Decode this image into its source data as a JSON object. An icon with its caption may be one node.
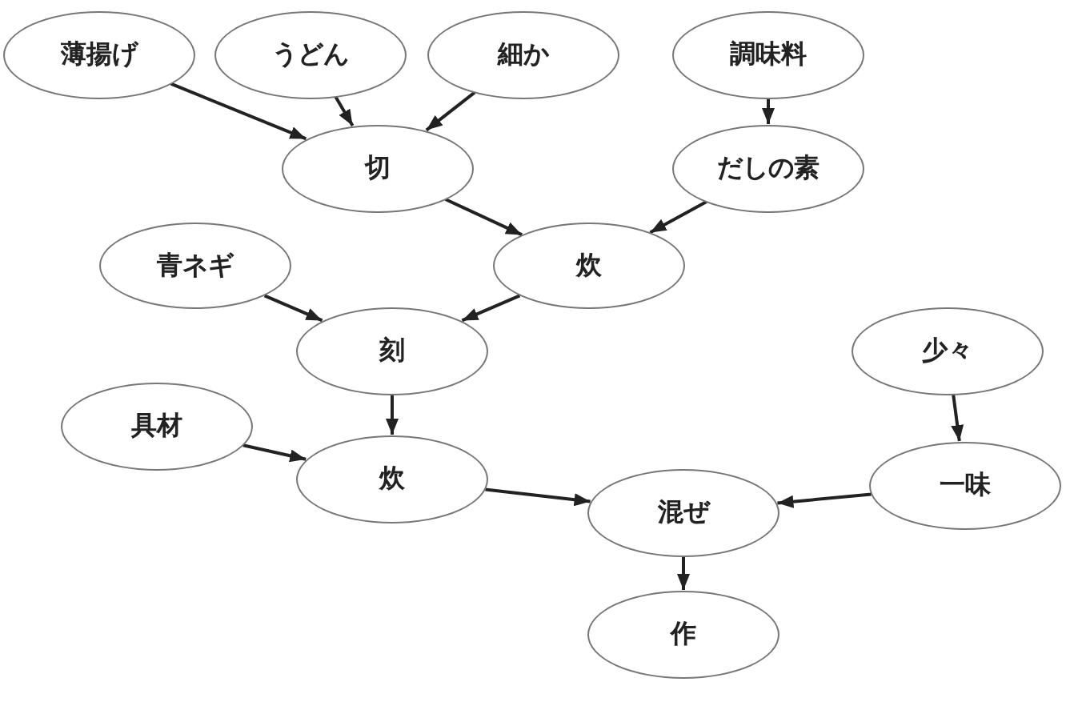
{
  "diagram": {
    "nodes": [
      {
        "text": [
          "薄揚げ"
        ]
      },
      {
        "text": [
          "うどん"
        ]
      },
      {
        "text": [
          "細か"
        ]
      },
      {
        "text": [
          "調味料"
        ]
      },
      {
        "text": [
          "切"
        ]
      },
      {
        "text": [
          "だしの素"
        ]
      },
      {
        "text": [
          "青ネギ"
        ]
      },
      {
        "text": [
          "炊"
        ]
      },
      {
        "text": [
          "刻"
        ]
      },
      {
        "text": [
          "少々"
        ]
      },
      {
        "text": [
          "具材"
        ]
      },
      {
        "text": [
          "炊"
        ]
      },
      {
        "text": [
          "混ぜ"
        ]
      },
      {
        "text": [
          "一味"
        ]
      },
      {
        "text": [
          "作"
        ]
      }
    ],
    "edges": [
      {
        "from": 0,
        "to": 4,
        "arrow": "to"
      },
      {
        "from": 1,
        "to": 4,
        "arrow": "to"
      },
      {
        "from": 2,
        "to": 4,
        "arrow": "to"
      },
      {
        "from": 3,
        "to": 5,
        "arrow": "to"
      },
      {
        "from": 4,
        "to": 7,
        "arrow": "to"
      },
      {
        "from": 5,
        "to": 7,
        "arrow": "to"
      },
      {
        "from": 6,
        "to": 8,
        "arrow": "to"
      },
      {
        "from": 7,
        "to": 8,
        "arrow": "to"
      },
      {
        "from": 8,
        "to": 11,
        "arrow": "to"
      },
      {
        "from": 9,
        "to": 13,
        "arrow": "to"
      },
      {
        "from": 10,
        "to": 11,
        "arrow": "to"
      },
      {
        "from": 11,
        "to": 12,
        "arrow": "to"
      },
      {
        "from": 13,
        "to": 12,
        "arrow": "to"
      },
      {
        "from": 12,
        "to": 14,
        "arrow": "to"
      }
    ]
  }
}
